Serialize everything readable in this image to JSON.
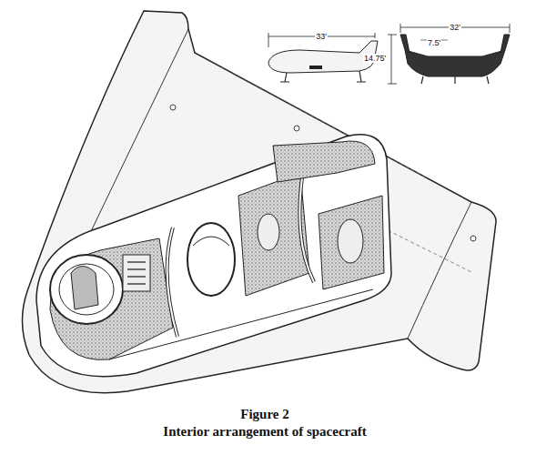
{
  "diagram": {
    "title": "Figure 2",
    "caption": "Interior arrangement of spacecraft",
    "labels": [
      "33'",
      "32'",
      "7.5'",
      "14.75'"
    ]
  }
}
